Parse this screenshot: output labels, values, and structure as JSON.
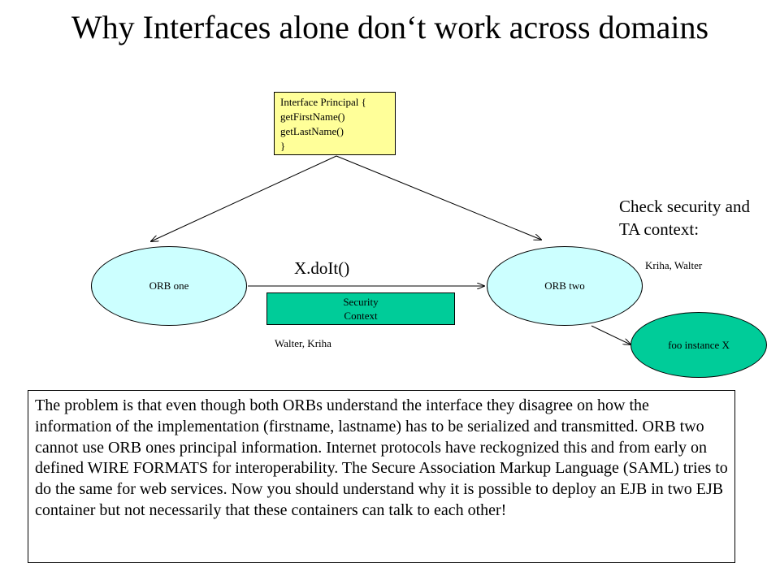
{
  "title": "Why Interfaces alone don‘t work across domains",
  "interface_box": {
    "lines": [
      "Interface Principal {",
      "getFirstName()",
      "getLastName()",
      "}"
    ]
  },
  "orb_one": {
    "label": "ORB one"
  },
  "orb_two": {
    "label": "ORB two"
  },
  "foo_instance": {
    "label": "foo instance X"
  },
  "call_label": "X.doIt()",
  "security_context": {
    "line1": "Security",
    "line2": "Context"
  },
  "sender_credentials": "Walter, Kriha",
  "receiver_credentials": "Kriha, Walter",
  "check_note": {
    "line1": "Check security and",
    "line2": "TA context:"
  },
  "explanation": "The problem is that even though both ORBs understand the interface they disagree on how the information of the implementation (firstname, lastname) has to be serialized and transmitted. ORB two cannot use ORB ones principal information. Internet protocols have reckognized this and from early on defined WIRE FORMATS for interoperability. The Secure Association Markup Language (SAML) tries to do the same for web services. Now you should understand why it is possible to deploy an EJB in two EJB container but not necessarily that these containers can talk to each other!",
  "colors": {
    "interface_fill": "#ffff99",
    "orb_fill": "#ccffff",
    "green_fill": "#00cc99"
  }
}
